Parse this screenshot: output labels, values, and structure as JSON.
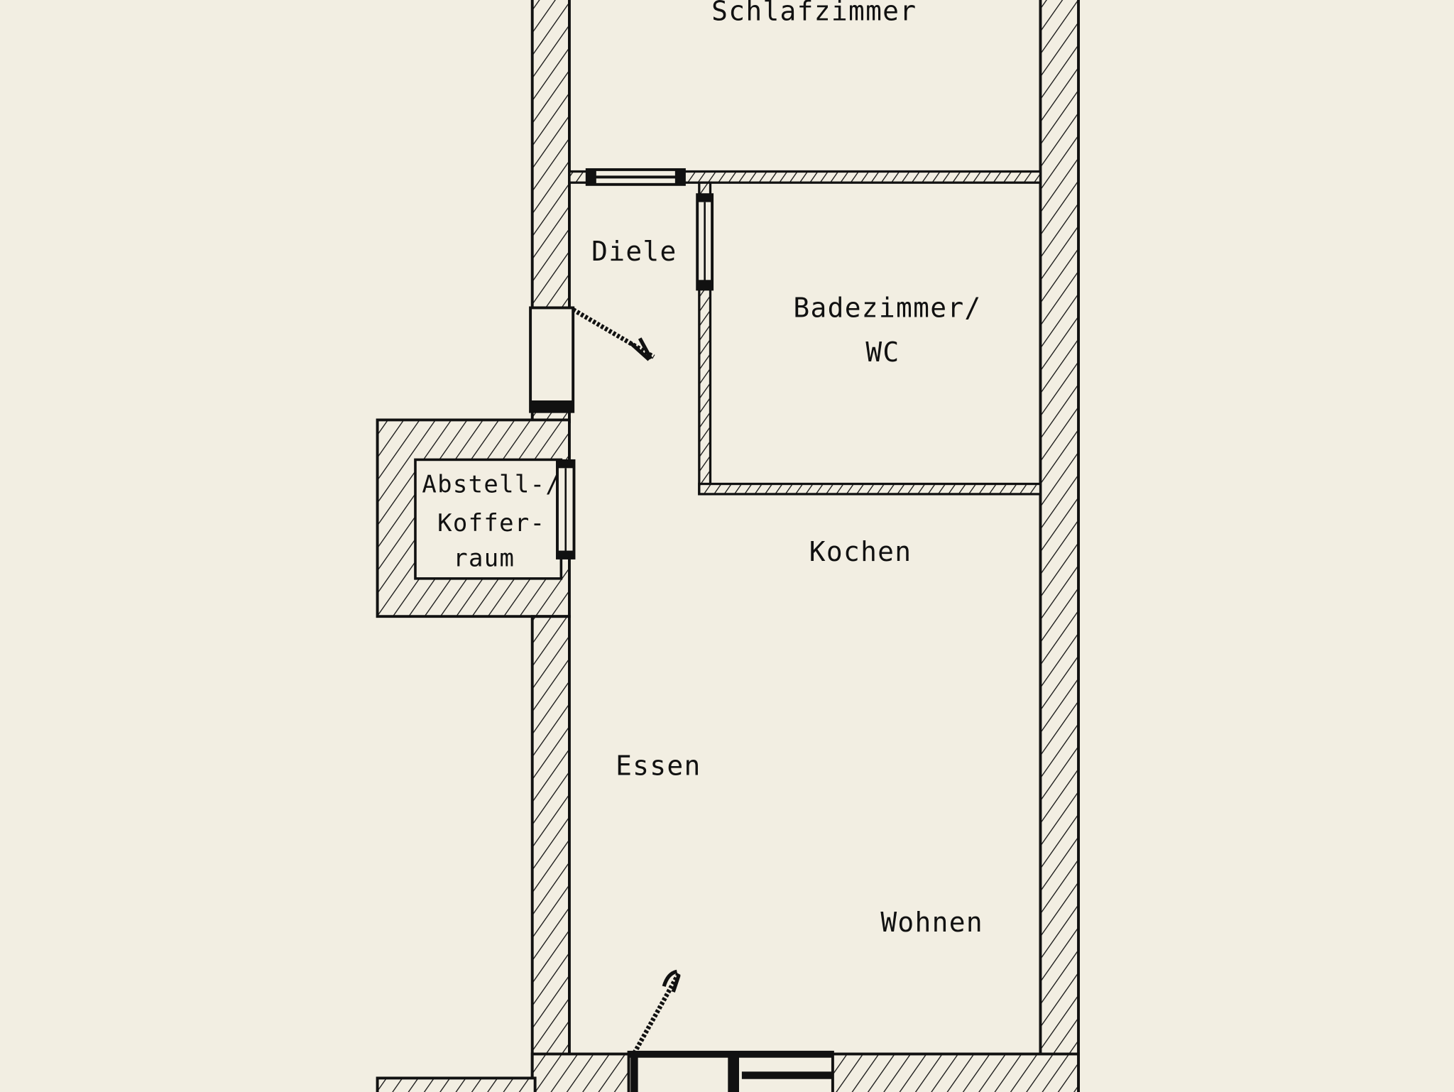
{
  "title": "Grundriss",
  "colors": {
    "background": "#f2eee2",
    "lines": "#111111"
  },
  "rooms": {
    "schlafzimmer": "Schlafzimmer",
    "diele": "Diele",
    "bad_line1": "Badezimmer/",
    "bad_line2": "WC",
    "abstell_line1": "Abstell-/",
    "abstell_line2": "Koffer-",
    "abstell_line3": "raum",
    "kochen": "Kochen",
    "essen": "Essen",
    "wohnen": "Wohnen"
  }
}
